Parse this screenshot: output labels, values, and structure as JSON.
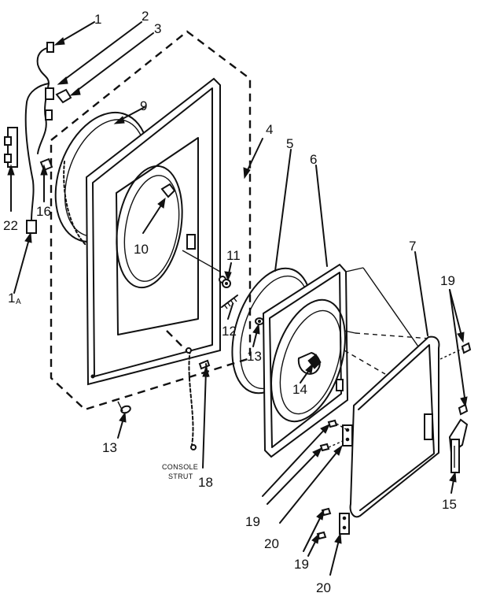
{
  "labels": {
    "l1": "1",
    "l1a": "1",
    "l1a_sub": "A",
    "l2": "2",
    "l3": "3",
    "l4": "4",
    "l5": "5",
    "l6": "6",
    "l7": "7",
    "l9": "9",
    "l10": "10",
    "l11": "11",
    "l12": "12",
    "l13a": "13",
    "l13b": "13",
    "l14": "14",
    "l15": "15",
    "l16": "16",
    "l18": "18",
    "l19a": "19",
    "l19b": "19",
    "l19c": "19",
    "l20a": "20",
    "l20b": "20",
    "l22": "22"
  },
  "strut": {
    "line1": "CONSOLE",
    "line2": "STRUT"
  }
}
